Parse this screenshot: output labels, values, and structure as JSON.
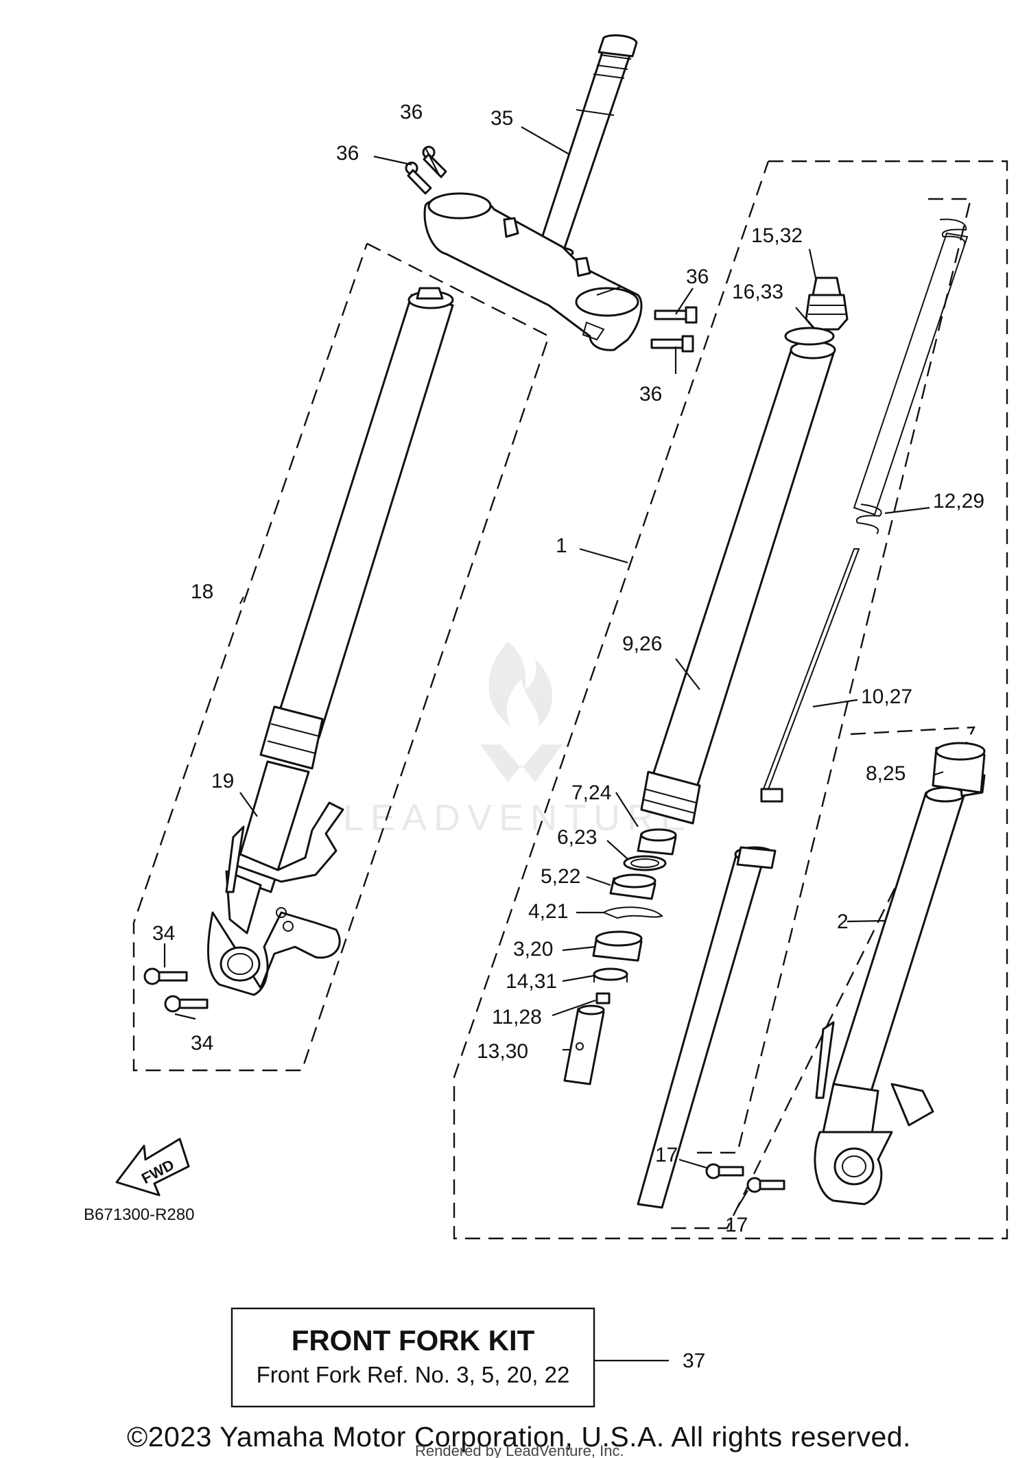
{
  "callouts": {
    "c1": "1",
    "c2": "2",
    "c3_20": "3,20",
    "c4_21": "4,21",
    "c5_22": "5,22",
    "c6_23": "6,23",
    "c7_24": "7,24",
    "c8_25": "8,25",
    "c9_26": "9,26",
    "c10_27": "10,27",
    "c11_28": "11,28",
    "c12_29": "12,29",
    "c13_30": "13,30",
    "c14_31": "14,31",
    "c15_32": "15,32",
    "c16_33": "16,33",
    "c17a": "17",
    "c17b": "17",
    "c18": "18",
    "c19": "19",
    "c34a": "34",
    "c34b": "34",
    "c35": "35",
    "c36a": "36",
    "c36b": "36",
    "c36c": "36",
    "c36d": "36",
    "c37": "37"
  },
  "fwd_label": "FWD",
  "diagram_ref": "B671300-R280",
  "kit_box": {
    "title": "FRONT FORK KIT",
    "subtitle": "Front Fork Ref. No. 3, 5, 20, 22"
  },
  "watermark_text": "LEADVENTURE",
  "copyright": "©2023 Yamaha Motor Corporation, U.S.A. All rights reserved.",
  "rendered_by": "Rendered by LeadVenture, Inc."
}
